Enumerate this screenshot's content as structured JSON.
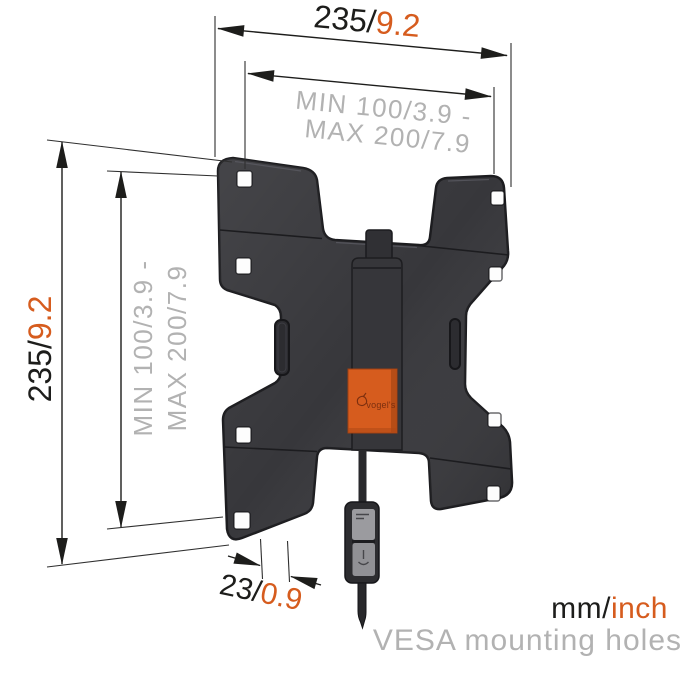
{
  "colors": {
    "accent_orange": "#d65c1e",
    "text_dark": "#1d1d1b",
    "text_gray": "#b2b2b2",
    "bracket_body": "#37373b",
    "background": "#ffffff"
  },
  "dimensions": {
    "width": {
      "mm": "235/",
      "inch": "9.2"
    },
    "height": {
      "mm": "235/",
      "inch": "9.2"
    },
    "vesa_range": {
      "line1": "MIN 100/3.9 -",
      "line2": "MAX 200/7.9"
    },
    "depth": {
      "mm": "23/",
      "inch": "0.9"
    }
  },
  "legend": {
    "units_mm": "mm/",
    "units_inch": "inch",
    "caption": "VESA mounting holes"
  },
  "logo": {
    "text": "vogel's"
  }
}
